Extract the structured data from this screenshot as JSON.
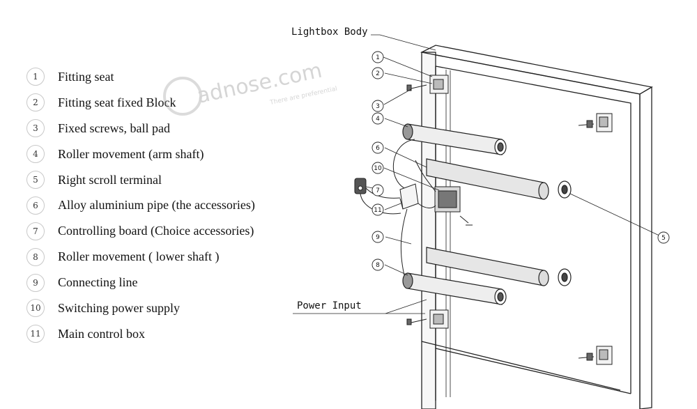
{
  "legend": [
    {
      "num": "1",
      "label": "Fitting seat"
    },
    {
      "num": "2",
      "label": "Fitting seat fixed Block"
    },
    {
      "num": "3",
      "label": "Fixed screws, ball pad"
    },
    {
      "num": "4",
      "label": "Roller movement (arm shaft)"
    },
    {
      "num": "5",
      "label": "Right scroll terminal"
    },
    {
      "num": "6",
      "label": "Alloy aluminium pipe (the accessories)"
    },
    {
      "num": "7",
      "label": "Controlling board (Choice accessories)"
    },
    {
      "num": "8",
      "label": "Roller movement ( lower shaft )"
    },
    {
      "num": "9",
      "label": "Connecting line"
    },
    {
      "num": "10",
      "label": "Switching power supply"
    },
    {
      "num": "11",
      "label": "Main control box"
    }
  ],
  "diagram": {
    "lightbox_label": "Lightbox Body",
    "power_label": "Power Input",
    "callouts": [
      "1",
      "2",
      "3",
      "4",
      "5",
      "6",
      "7",
      "8",
      "9",
      "10",
      "11"
    ]
  },
  "watermark": {
    "brand": "adnose.com",
    "tagline": "There are preferential"
  }
}
